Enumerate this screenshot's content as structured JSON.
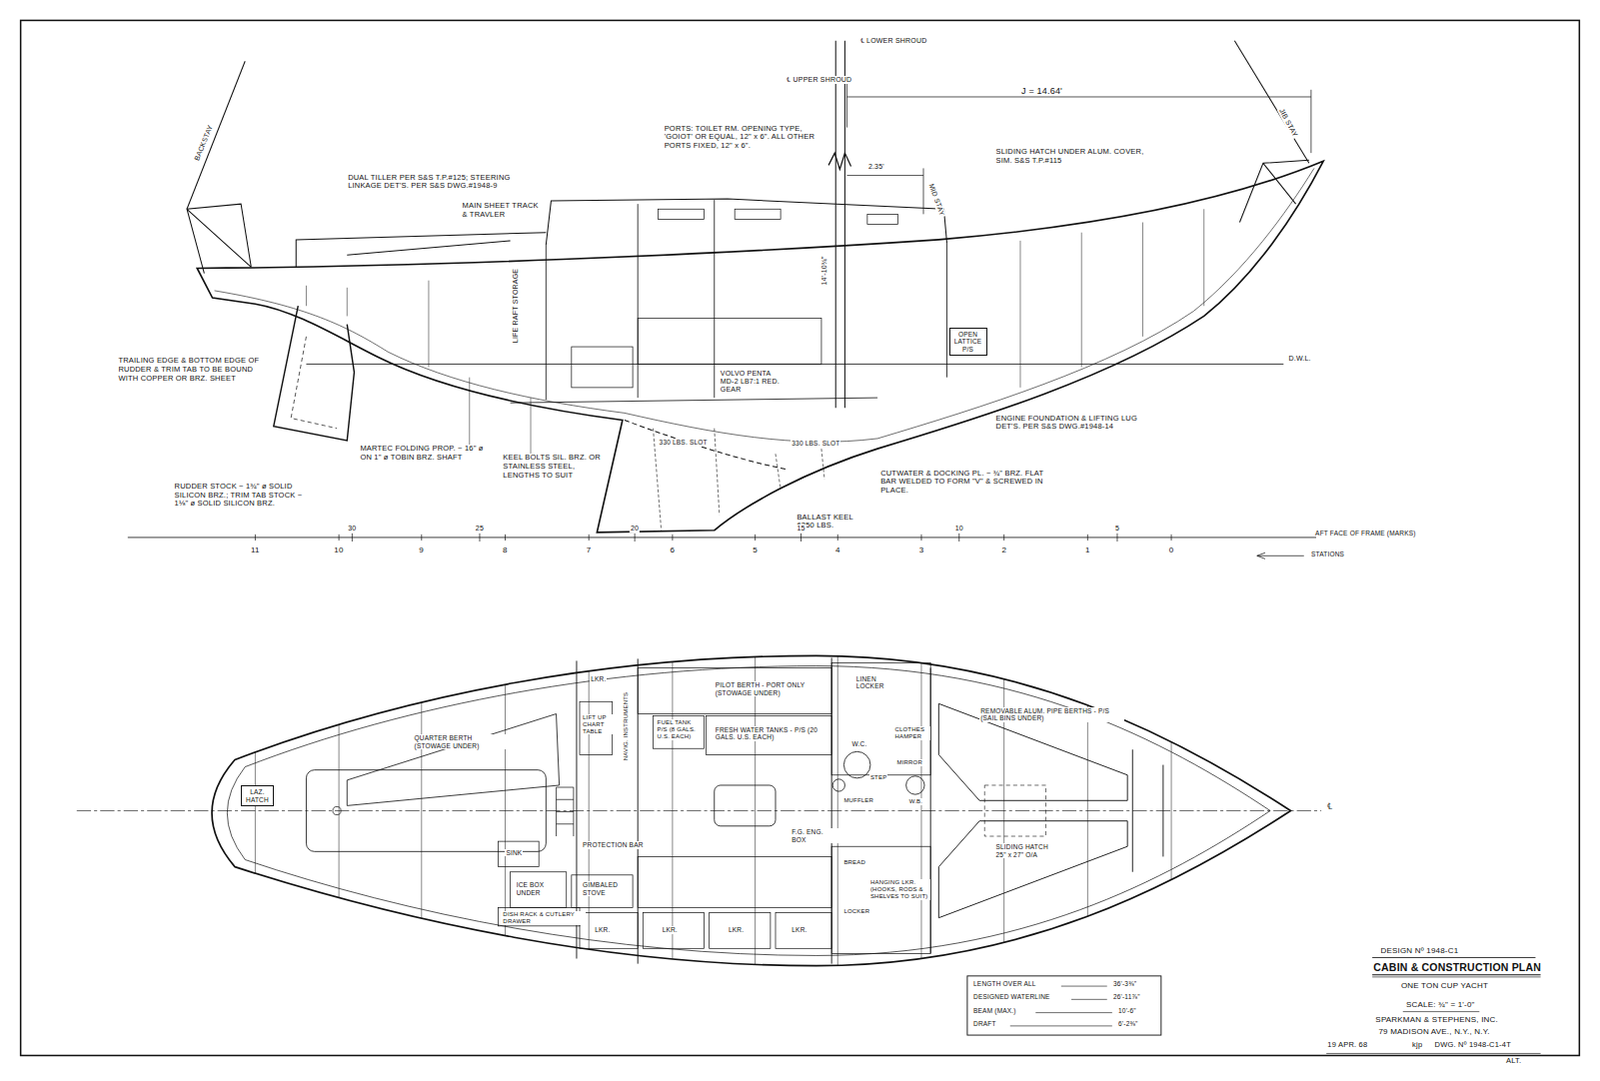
{
  "diagram": {
    "title": "CABIN & CONSTRUCTION PLAN",
    "nodes": [
      {
        "text": [
          "OPEN LATTICE P/S"
        ]
      },
      {
        "text": [
          "LAZ. HATCH"
        ]
      }
    ],
    "labels": [
      "℄ LOWER SHROUD",
      "℄ UPPER SHROUD",
      "J = 14.64'",
      "JIB STAY",
      "BACKSTAY",
      "PORTS: TOILET RM. OPENING TYPE, 'GOIOT' OR EQUAL, 12\" x 6\". ALL OTHER PORTS FIXED, 12\" x 6\".",
      "SLIDING HATCH UNDER ALUM. COVER, SIM. S&S T.P.#115",
      "DUAL TILLER PER S&S T.P.#125; STEERING LINKAGE DET'S. PER S&S DWG.#1948-9",
      "MAIN SHEET TRACK & TRAVLER",
      "2.35'",
      "MID STAY",
      "LIFE RAFT STORAGE",
      "14'-10¾\"",
      "D.W.L.",
      "VOLVO PENTA MD-2 LB7:1 RED. GEAR",
      "TRAILING EDGE & BOTTOM EDGE OF RUDDER & TRIM TAB TO BE BOUND WITH COPPER OR BRZ. SHEET",
      "ENGINE FOUNDATION & LIFTING LUG DET'S. PER S&S DWG.#1948-14",
      "MARTEC FOLDING PROP. ~ 16\" ø ON 1\" ø TOBIN BRZ. SHAFT",
      "KEEL BOLTS SIL. BRZ. OR STAINLESS STEEL, LENGTHS TO SUIT",
      "330 LBS. SLOT",
      "330 LBS. SLOT",
      "CUTWATER & DOCKING PL. ~ ¾\" BRZ. FLAT BAR WELDED TO FORM \"V\" & SCREWED IN PLACE.",
      "RUDDER STOCK ~ 1¾\" ø SOLID SILICON BRZ.; TRIM TAB STOCK ~ 1⅛\" ø SOLID SILICON BRZ.",
      "BALLAST KEEL 6250 LBS.",
      "30",
      "25",
      "20",
      "15",
      "10",
      "5",
      "AFT FACE OF FRAME (MARKS)",
      "11",
      "10",
      "9",
      "8",
      "7",
      "6",
      "5",
      "4",
      "3",
      "2",
      "1",
      "0",
      "STATIONS",
      "LKR.",
      "PILOT BERTH - PORT ONLY (STOWAGE UNDER)",
      "LINEN LOCKER",
      "REMOVABLE ALUM. PIPE BERTHS - P/S (SAIL BINS UNDER)",
      "QUARTER BERTH (STOWAGE UNDER)",
      "LIFT UP CHART TABLE",
      "NAVIG. INSTRUMENTS",
      "FUEL TANK P/S (8 GALS. U.S. EACH)",
      "FRESH WATER TANKS - P/S (20 GALS. U.S. EACH)",
      "W.C.",
      "CLOTHES HAMPER",
      "STEP",
      "MIRROR",
      "W.B.",
      "℄",
      "MUFFLER",
      "F.G. ENG. BOX",
      "SLIDING HATCH 25\" x 27\" O/A",
      "SINK",
      "PROTECTION BAR",
      "BREAD",
      "ICE BOX UNDER",
      "GIMBALED STOVE",
      "HANGING LKR. (HOOKS, RODS & SHELVES TO SUIT)",
      "DISH RACK & CUTLERY DRAWER",
      "LOCKER",
      "LKR.",
      "LKR.",
      "LKR.",
      "LKR.",
      "LENGTH OVER ALL",
      "36'-3⅜\"",
      "DESIGNED WATERLINE",
      "26'-11⅞\"",
      "BEAM (MAX.)",
      "10'-6\"",
      "DRAFT",
      "6'-2⅜\"",
      "DESIGN Nº 1948-C1",
      "ONE TON CUP YACHT",
      "SCALE: ¾\" = 1'-0\"",
      "SPARKMAN & STEPHENS, INC.",
      "79 MADISON AVE., N.Y., N.Y.",
      "19 APR. 68",
      "kjp",
      "DWG. Nº 1948-C1-4T",
      "ALT."
    ]
  }
}
